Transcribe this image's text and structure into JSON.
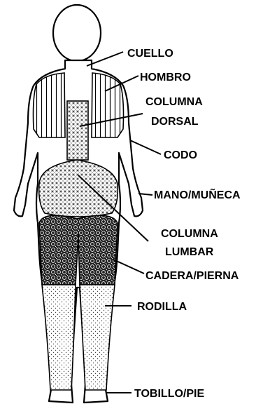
{
  "labels": {
    "neck": "CUELLO",
    "shoulder": "HOMBRO",
    "thoracic_1": "COLUMNA",
    "thoracic_2": "DORSAL",
    "elbow": "CODO",
    "wrist": "MANO/MUÑECA",
    "lumbar_1": "COLUMNA",
    "lumbar_2": "LUMBAR",
    "hip": "CADERA/PIERNA",
    "knee": "RODILLA",
    "ankle": "TOBILLO/PIE"
  }
}
